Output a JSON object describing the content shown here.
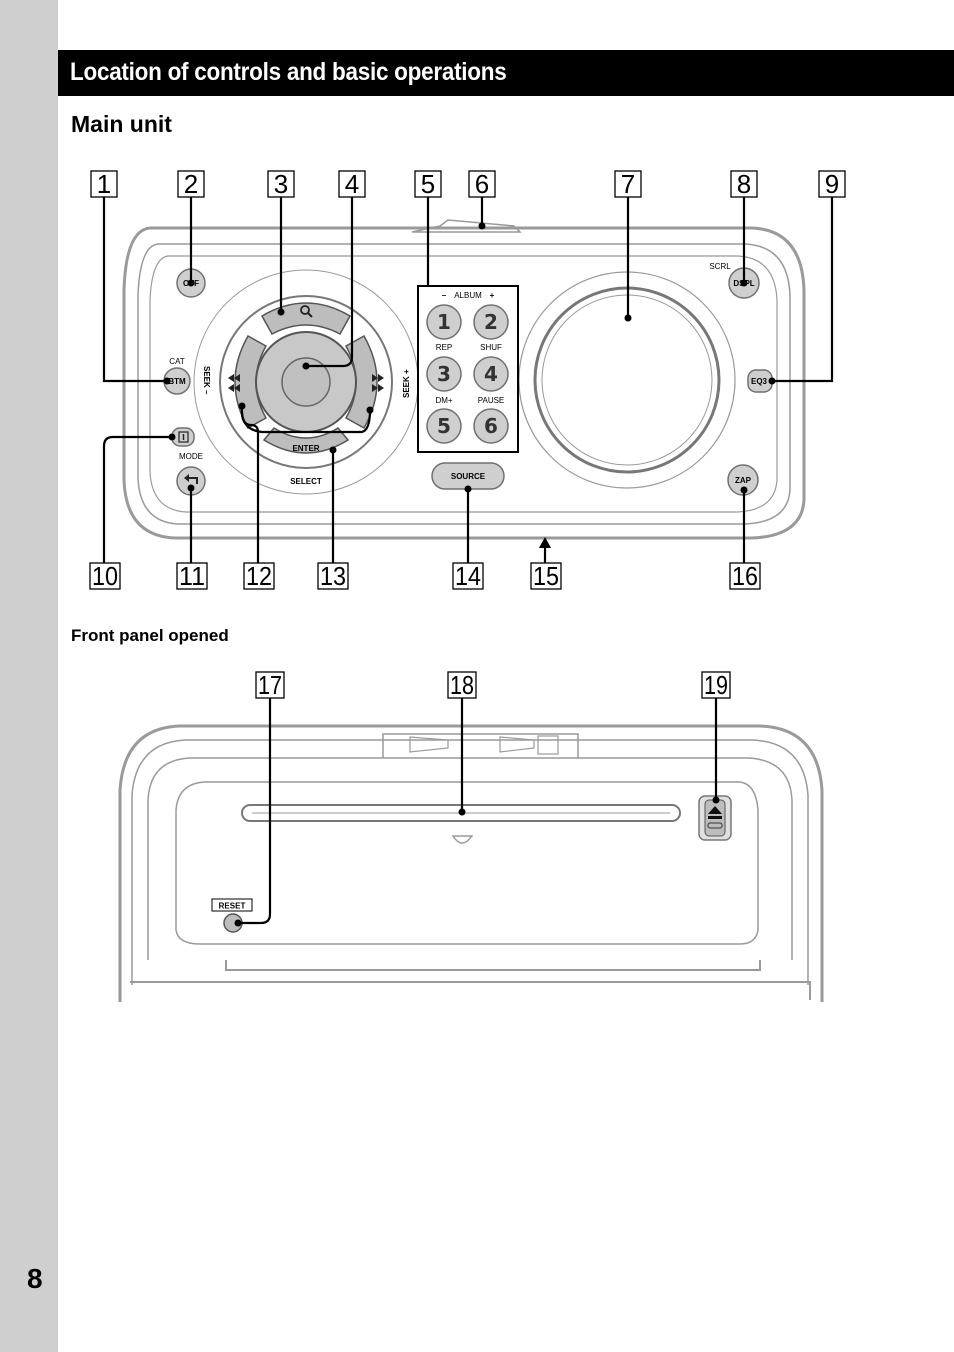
{
  "page": {
    "number": "8"
  },
  "header": {
    "title": "Location of controls and basic operations"
  },
  "main_unit": {
    "heading": "Main unit"
  },
  "front_panel": {
    "heading": "Front panel opened"
  },
  "callouts": [
    "1",
    "2",
    "3",
    "4",
    "5",
    "6",
    "7",
    "8",
    "9",
    "10",
    "11",
    "12",
    "13",
    "14",
    "15",
    "16",
    "17",
    "18",
    "19"
  ],
  "unit_labels": {
    "off": "OFF",
    "cat": "CAT",
    "btm": "BTM",
    "mode": "MODE",
    "seek_minus": "SEEK –",
    "seek_plus": "SEEK +",
    "enter": "ENTER",
    "select": "SELECT",
    "album": "ALBUM",
    "album_minus": "–",
    "album_plus": "+",
    "rep": "REP",
    "shuf": "SHUF",
    "dm_plus": "DM+",
    "pause": "PAUSE",
    "source": "SOURCE",
    "scrl": "SCRL",
    "dspl": "DSPL",
    "eq3": "EQ3",
    "zap": "ZAP",
    "reset": "RESET",
    "key1": "1",
    "key2": "2",
    "key3": "3",
    "key4": "4",
    "key5": "5",
    "key6": "6"
  },
  "icons": [
    "search-icon",
    "prev-track-icon",
    "next-track-icon",
    "back-icon",
    "info-icon",
    "eject-icon"
  ]
}
